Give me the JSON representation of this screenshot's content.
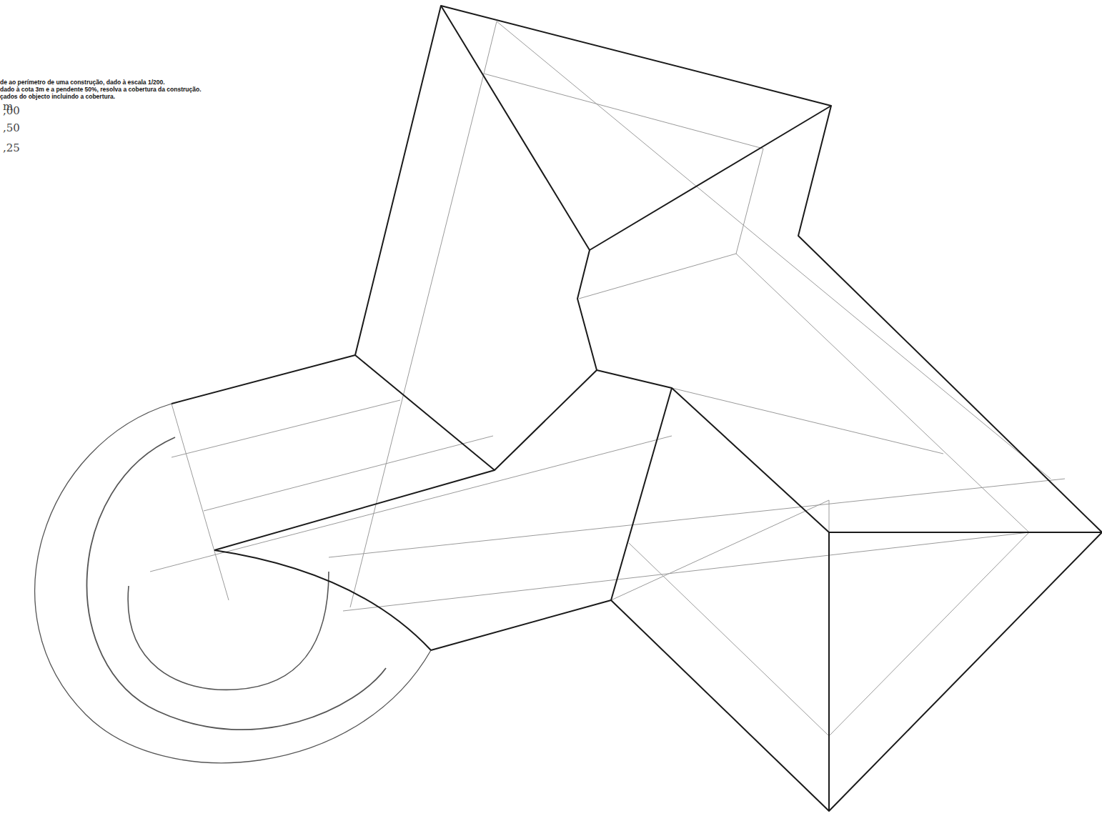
{
  "diagram": {
    "labels": [
      "de ao perímetro de uma construção, dado à escala 1/200.",
      "dado à cota 3m e a pendente 50%, resolva a cobertura da construção.",
      "çados do objecto incluindo a cobertura.",
      "m",
      ",00",
      ",50",
      ",25"
    ]
  }
}
